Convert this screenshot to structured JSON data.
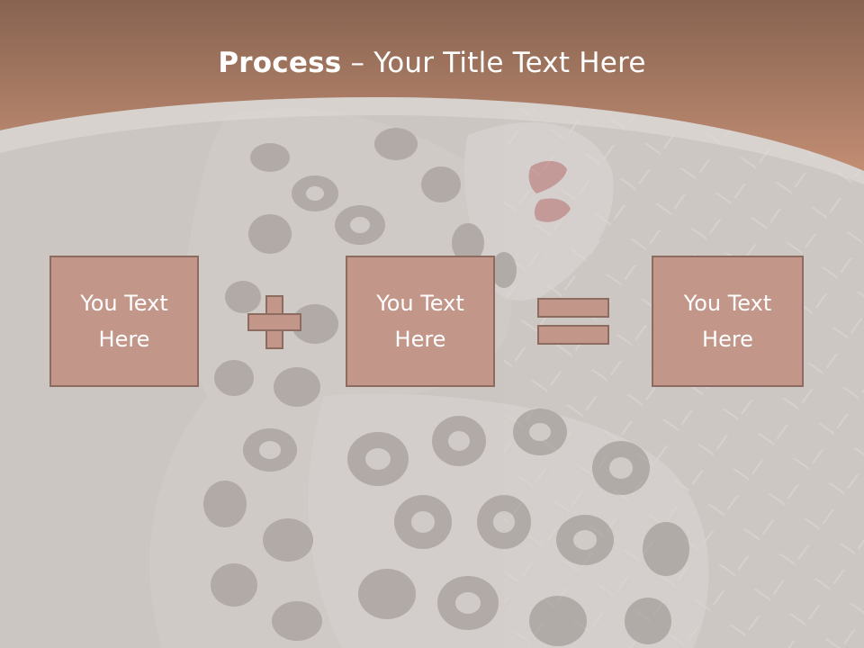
{
  "slide": {
    "title_bold": "Process",
    "title_dash": " – ",
    "title_rest": "Your Title Text Here"
  },
  "boxes": [
    {
      "line1": "You Text",
      "line2": "Here"
    },
    {
      "line1": "You Text",
      "line2": "Here"
    },
    {
      "line1": "You Text",
      "line2": "Here"
    }
  ],
  "operators": [
    "plus",
    "equals"
  ],
  "colors": {
    "header_top": "#8a6654",
    "header_bottom": "#bf8c72",
    "box_fill": "#c2978a",
    "box_border": "#8c6b61",
    "text": "#ffffff"
  }
}
